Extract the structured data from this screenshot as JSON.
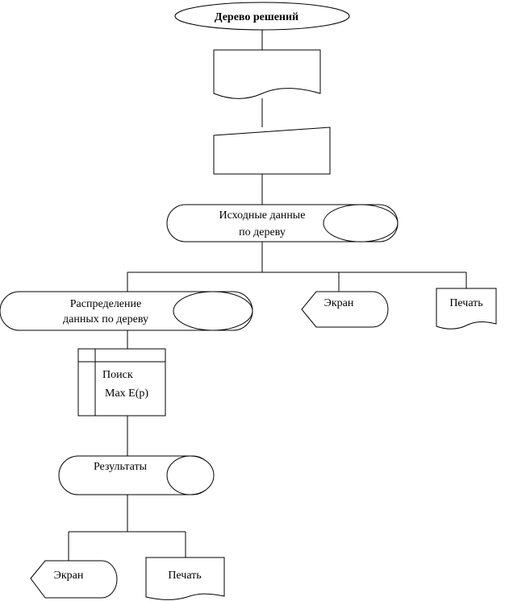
{
  "title": "Дерево решений",
  "nodes": {
    "input_data": [
      "Исходные данные",
      "по дереву"
    ],
    "distribution": [
      "Распределение",
      "данных по дереву"
    ],
    "screen_top": "Экран",
    "print_top": "Печать",
    "search_line1": "Поиск",
    "search_line2": "Max E(p)",
    "results": "Результаты",
    "screen_bottom": "Экран",
    "print_bottom": "Печать"
  }
}
